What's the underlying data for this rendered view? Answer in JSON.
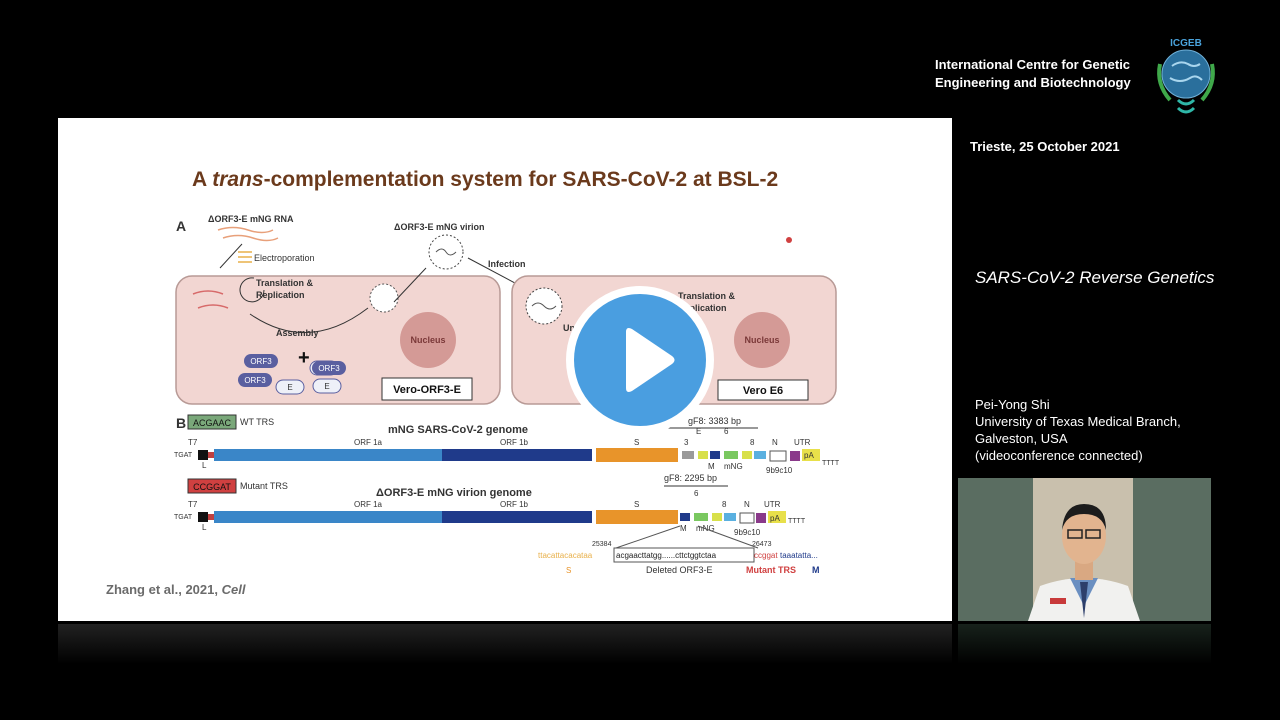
{
  "header": {
    "org_line1": "International Centre for Genetic",
    "org_line2": "Engineering and Biotechnology",
    "logo_text": "ICGEB"
  },
  "sidebar": {
    "date": "Trieste, 25 October 2021",
    "talk_title": "SARS-CoV-2 Reverse Genetics",
    "speaker": {
      "name": "Pei-Yong Shi",
      "affiliation": "University of Texas Medical Branch,",
      "location": "Galveston, USA",
      "note": "(videoconference connected)"
    }
  },
  "slide": {
    "title_pre": "A ",
    "title_em": "trans",
    "title_post": "-complementation system for SARS-CoV-2 at BSL-2",
    "panel_a": "A",
    "panel_b": "B",
    "rna_label": "ΔORF3-E mNG RNA",
    "electroporation": "Electroporation",
    "virion_label": "ΔORF3-E mNG virion",
    "infection": "Infection",
    "translation_left": "Translation &",
    "replication_left": "Replication",
    "translation_right": "Translation &",
    "replication_right": "Replication",
    "assembly": "Assembly",
    "uncoating": "Un",
    "nucleus": "Nucleus",
    "cell_left": "Vero-ORF3-E",
    "cell_right": "Vero E6",
    "orf3": "ORF3",
    "e": "E",
    "plus": "+",
    "wt_box": "ACGAAC",
    "wt_trs": "WT TRS",
    "mut_box": "CCGGAT",
    "mut_trs": "Mutant TRS",
    "genome1_title": "mNG SARS-CoV-2 genome",
    "genome2_title": "ΔORF3-E mNG virion genome",
    "t7": "T7",
    "tgat": "TGAT",
    "l": "L",
    "orf1a": "ORF 1a",
    "orf1b": "ORF 1b",
    "s": "S",
    "n": "N",
    "utr": "UTR",
    "pa": "pA",
    "tttt": "TTTT",
    "gf8_1": "gF8: 3383 bp",
    "gf8_2": "gF8: 2295 bp",
    "num3": "3",
    "num6": "6",
    "num8": "8",
    "e_label": "E",
    "m_label": "M",
    "mng": "mNG",
    "nine": "9b9c10",
    "pos1": "25384",
    "pos2": "26473",
    "seq_left": "ttacattacacataa",
    "seq_mid": "acgaacttatgg......cttctggtctaa",
    "seq_red": "ccggat",
    "seq_right": "taaatatta...",
    "seq_s": "S",
    "deleted": "Deleted ORF3-E",
    "mutant_trs_bottom": "Mutant TRS",
    "m_bottom": "M",
    "citation": "Zhang et al., 2021, ",
    "citation_em": "Cell"
  },
  "colors": {
    "title_brown": "#6b3a1c",
    "cell_fill": "#f2d6d2",
    "orf1a_blue": "#3a86c8",
    "orf1b_navy": "#1f3a8a",
    "s_orange": "#e8942a",
    "play_blue": "#4a9ee0"
  },
  "icons": {
    "play": "play-triangle-icon",
    "logo": "icgeb-globe-logo"
  }
}
